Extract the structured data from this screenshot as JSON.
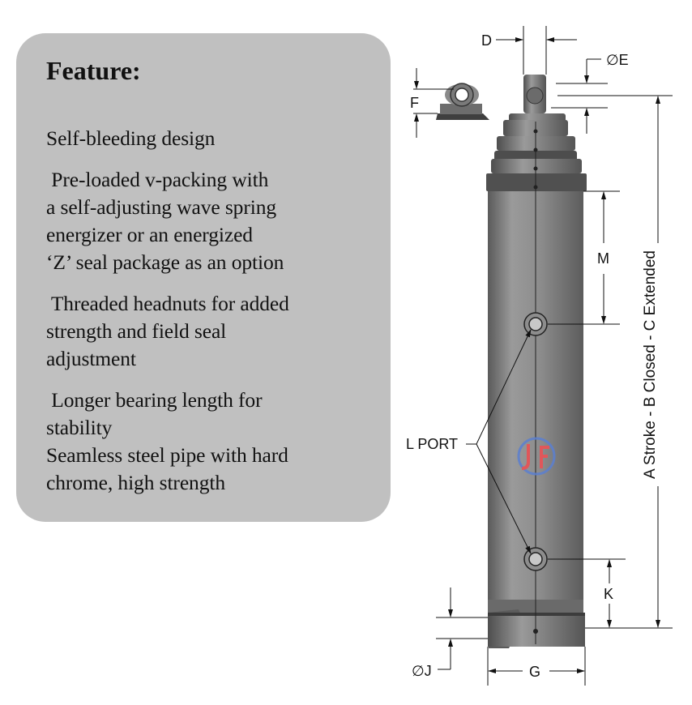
{
  "feature": {
    "title": "Feature:",
    "items": [
      "Self-bleeding design",
      " Pre-loaded v-packing with\na self-adjusting wave spring\nenergizer or an energized\n‘Z’ seal package as an option",
      " Threaded headnuts for added\nstrength and field seal\nadjustment",
      " Longer bearing length for\nstability",
      "Seamless steel pipe with hard\nchrome, high strength"
    ]
  },
  "diagram": {
    "labels": {
      "d": "D",
      "e": "∅E",
      "f": "F",
      "m": "M",
      "l_port": "L PORT",
      "k": "K",
      "j": "∅J",
      "g": "G",
      "length": "A Stroke - B Closed - C Extended"
    },
    "colors": {
      "body": "#8a8a8a",
      "body_dark": "#4a4a4a",
      "logo_red": "#e0575a",
      "logo_blue": "#5a7fd0"
    }
  }
}
